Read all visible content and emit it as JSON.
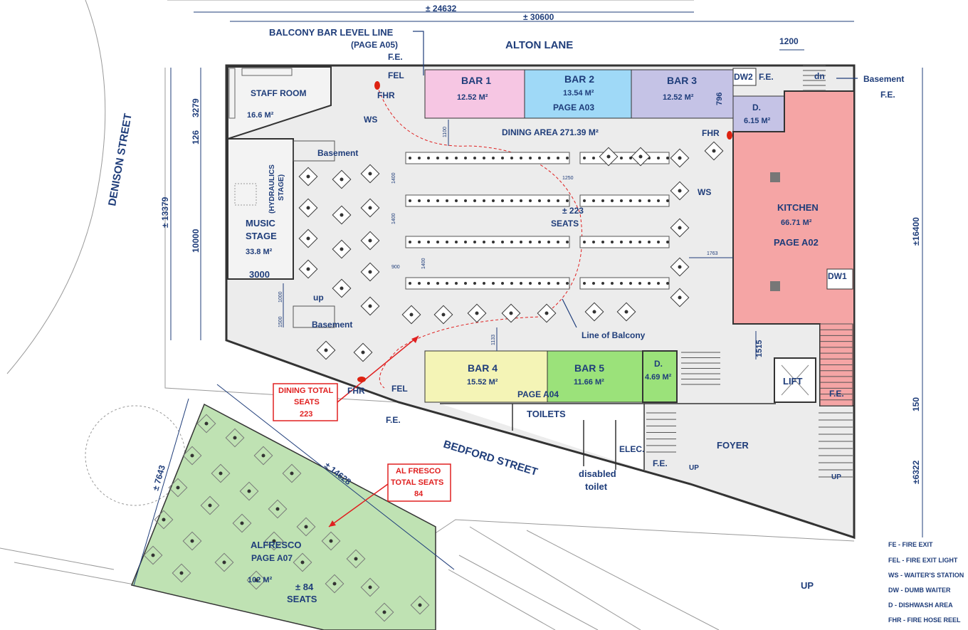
{
  "streets": {
    "alton": "ALTON LANE",
    "denison": "DENISON STREET",
    "bedford": "BEDFORD STREET"
  },
  "dimensions": {
    "d24632": "± 24632",
    "d30600": "± 30600",
    "d1200": "1200",
    "d13379": "± 13379",
    "d3279": "3279",
    "d126": "126",
    "d10000": "10000",
    "d3000": "3000",
    "d16400": "±16400",
    "d150": "150",
    "d6322": "±6322",
    "d7643": "± 7643",
    "d14628": "± 14628",
    "d796": "796",
    "d1515": "1515",
    "d1100": "1100",
    "d1400a": "1400",
    "d1400b": "1400",
    "d1250": "1250",
    "d900": "900",
    "d1400c": "1400",
    "d1763": "1763",
    "d1133": "1133",
    "d1000": "1000",
    "d1500": "1500"
  },
  "balcony_bar": {
    "line1": "BALCONY BAR LEVEL LINE",
    "line2": "(PAGE A05)"
  },
  "rooms": {
    "staff_room": {
      "name": "STAFF ROOM",
      "area": "16.6 M²"
    },
    "bar1": {
      "name": "BAR 1",
      "area": "12.52 M²"
    },
    "bar2": {
      "name": "BAR 2",
      "area": "13.54 M²",
      "page": "PAGE A03"
    },
    "bar3": {
      "name": "BAR 3",
      "area": "12.52 M²"
    },
    "bar4": {
      "name": "BAR 4",
      "area": "15.52 M²"
    },
    "bar5": {
      "name": "BAR 5",
      "area": "11.66 M²"
    },
    "bar_page": "PAGE A04",
    "d_top": {
      "name": "D.",
      "area": "6.15 M²"
    },
    "d_bottom": {
      "name": "D.",
      "area": "4.69 M²"
    },
    "dining": {
      "name": "DINING AREA 271.39 M²"
    },
    "seats": {
      "line1": "± 223",
      "line2": "SEATS"
    },
    "kitchen": {
      "name": "KITCHEN",
      "area": "66.71 M²",
      "page": "PAGE A02"
    },
    "music": {
      "line1": "MUSIC",
      "line2": "STAGE",
      "area": "33.8 M²"
    },
    "hydraulics": {
      "line1": "(HYDRAULICS",
      "line2": "STAGE)"
    },
    "toilets": "TOILETS",
    "foyer": "FOYER",
    "elec": "ELEC.",
    "disabled": {
      "line1": "disabled",
      "line2": "toilet"
    },
    "lift": "LIFT",
    "alfresco": {
      "line1": "ALFRESCO",
      "line2": "PAGE A07",
      "area": "102 M²",
      "seats1": "± 84",
      "seats2": "SEATS"
    }
  },
  "labels": {
    "fe": "F.E.",
    "fel": "FEL",
    "fhr": "FHR",
    "ws": "WS",
    "dw1": "DW1",
    "dw2": "DW2",
    "basement": "Basement",
    "basement_fe": "F.E.",
    "dn": "dn",
    "up": "up",
    "up_caps": "UP",
    "line_of_balcony": "Line of Balcony"
  },
  "callouts": {
    "dining_total": {
      "line1": "DINING TOTAL",
      "line2": "SEATS",
      "line3": "223"
    },
    "alfresco_total": {
      "line1": "AL FRESCO",
      "line2": "TOTAL SEATS",
      "line3": "84"
    }
  },
  "legend": [
    "FE - FIRE EXIT",
    "FEL - FIRE EXIT LIGHT",
    "WS - WAITER'S STATION",
    "DW - DUMB WAITER",
    "D    - DISHWASH AREA",
    "FHR - FIRE HOSE REEL"
  ],
  "colors": {
    "bar1": "#f6c6e3",
    "bar2": "#9fd9f7",
    "bar3": "#c5c3e6",
    "bar4": "#f4f4b6",
    "bar5": "#9be27a",
    "d_bottom": "#9be27a",
    "kitchen": "#f5a5a5",
    "alfresco": "#bfe2b3",
    "floor": "#ececec",
    "ink": "#1f3d7a",
    "red": "#e02020"
  }
}
